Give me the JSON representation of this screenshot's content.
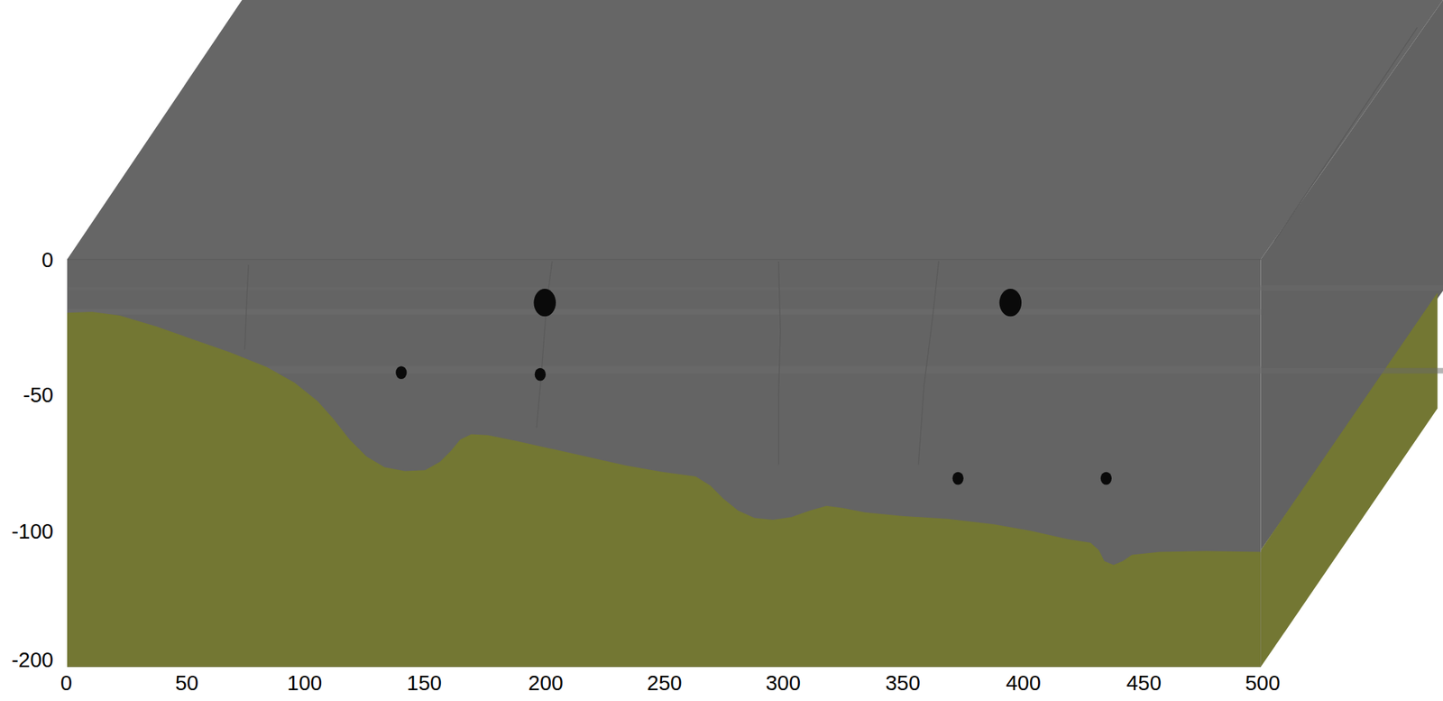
{
  "diagram": {
    "labels": [
      "0",
      "-50",
      "-100",
      "-200",
      "0",
      "50",
      "100",
      "150",
      "200",
      "250",
      "300",
      "350",
      "400",
      "450",
      "500"
    ]
  }
}
